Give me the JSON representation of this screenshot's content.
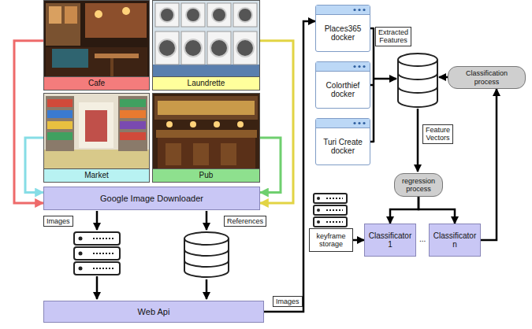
{
  "diagram": {
    "nodes": [
      {
        "text": [
          "Cafe"
        ]
      },
      {
        "text": [
          "Laundrette"
        ]
      },
      {
        "text": [
          "Market"
        ]
      },
      {
        "text": [
          "Pub"
        ]
      },
      {
        "text": [
          "Google Image Downloader"
        ]
      },
      {
        "text": [
          "Web Api"
        ]
      },
      {
        "text": [
          "Places365 docker"
        ]
      },
      {
        "text": [
          "Colorthief docker"
        ]
      },
      {
        "text": [
          "Turi Create docker"
        ]
      },
      {
        "text": [
          "Classification process"
        ]
      },
      {
        "text": [
          "regression process"
        ]
      },
      {
        "text": [
          "keyframe storage"
        ]
      },
      {
        "text": [
          "Classificator 1"
        ]
      },
      {
        "text": [
          "Classificator n"
        ]
      }
    ],
    "edges": [
      {
        "from": 0,
        "to": 4,
        "arrow": "to"
      },
      {
        "from": 1,
        "to": 4,
        "arrow": "to"
      },
      {
        "from": 2,
        "to": 4,
        "arrow": "to"
      },
      {
        "from": 3,
        "to": 4,
        "arrow": "to"
      },
      {
        "from": 5,
        "to": 6,
        "label": "Images",
        "arrow": "to"
      },
      {
        "from": 10,
        "to": 12,
        "arrow": "to"
      },
      {
        "from": 10,
        "to": 13,
        "arrow": "to"
      },
      {
        "from": 11,
        "to": 12,
        "arrow": "to"
      },
      {
        "from": 13,
        "to": 9,
        "arrow": "to"
      }
    ],
    "labels": [
      "Images",
      "References",
      "Extracted Features",
      "Feature Vectors",
      "..."
    ]
  }
}
